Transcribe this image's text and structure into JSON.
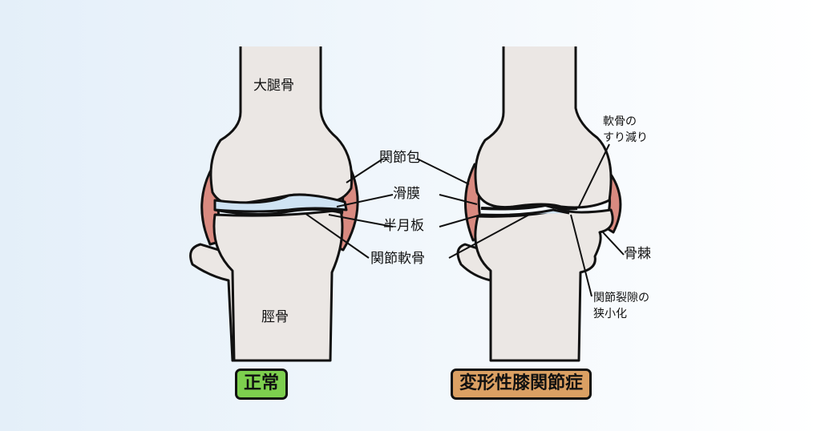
{
  "labels": {
    "femur": "大腿骨",
    "tibia": "脛骨",
    "joint_capsule": "関節包",
    "synovium": "滑膜",
    "meniscus": "半月板",
    "articular_cartilage": "関節軟骨",
    "cartilage_wear_line1": "軟骨の",
    "cartilage_wear_line2": "すり減り",
    "osteophyte": "骨棘",
    "joint_space_narrowing_line1": "関節裂隙の",
    "joint_space_narrowing_line2": "狭小化"
  },
  "badges": {
    "normal": "正常",
    "osteoarthritis": "変形性膝関節症"
  },
  "colors": {
    "bone": "#ebe7e4",
    "cartilage": "#cfe3f3",
    "capsule": "#d98a80",
    "normal_badge": "#7dcf4e",
    "oa_badge": "#dba063"
  }
}
